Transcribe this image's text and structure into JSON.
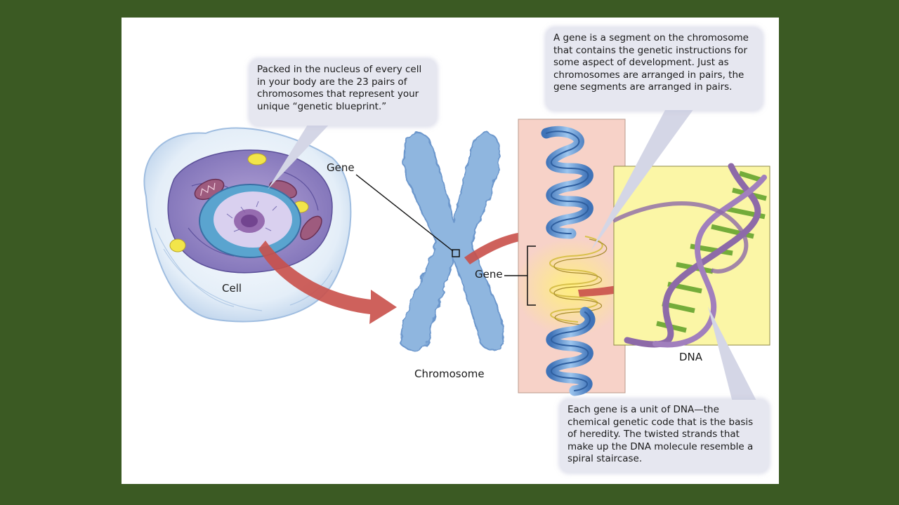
{
  "labels": {
    "cell": "Cell",
    "chromosome": "Chromosome",
    "gene_pointer": "Gene",
    "gene_bracket": "Gene",
    "dna": "DNA"
  },
  "callouts": {
    "nucleus": "Packed in the nucleus of every cell in your body are the 23 pairs of chromosomes that represent your unique “genetic blueprint.”",
    "gene": "A gene is a segment on the chromosome that contains the genetic instructions for some aspect of development. Just as chromosomes are arranged in pairs, the gene segments are arranged in pairs.",
    "dna": "Each gene is a unit of DNA—the chemical genetic code that is the basis of heredity. The twisted strands that make up the DNA molecule resemble a spiral staircase."
  },
  "colors": {
    "background": "#3b5a23",
    "arrow": "#c9504a",
    "chromosome": "#8fb6df",
    "gene_panel": "#f7d2c8",
    "dna_panel": "#fbf6a6",
    "dna_strand": "#8d6aa8",
    "dna_rungs": "#74ac3a",
    "callout": "#e6e7f0"
  }
}
